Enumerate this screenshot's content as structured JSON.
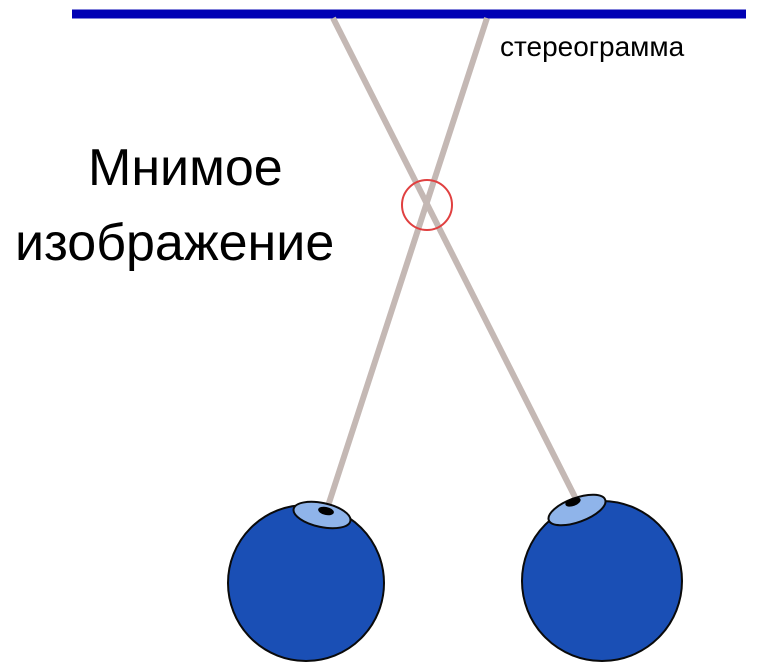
{
  "stereogram_label": "стереограмма",
  "virtual_image_label_line1": "Мнимое",
  "virtual_image_label_line2": "изображение",
  "colors": {
    "stereogram_line": "#0000b4",
    "sight_lines": "#c4b8b4",
    "intersection_marker": "#e04040",
    "eyeball": "#1a4fb5",
    "eyeball_outline": "#0a0a0a",
    "iris": "#8fb4ea",
    "pupil": "#000000"
  },
  "icons": {
    "left_eye": "eyeball-icon",
    "right_eye": "eyeball-icon",
    "intersection": "circle-marker-icon"
  }
}
